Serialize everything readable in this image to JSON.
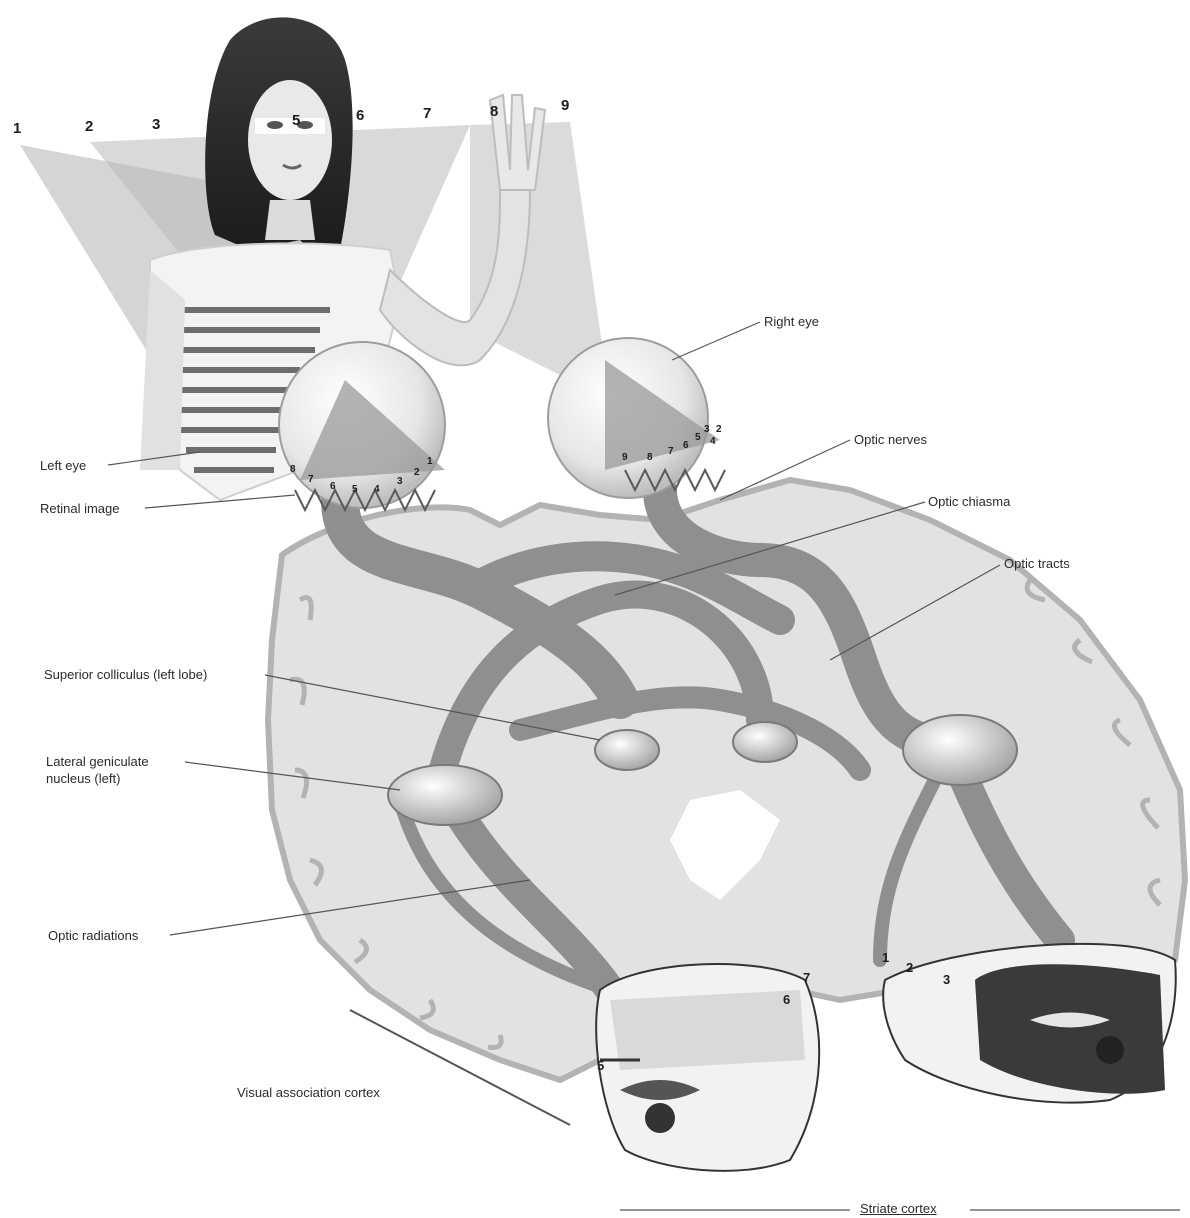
{
  "field_numbers": [
    "1",
    "2",
    "3",
    "5",
    "6",
    "7",
    "8",
    "9"
  ],
  "left_retina_numbers": [
    "8",
    "7",
    "6",
    "5",
    "4",
    "3",
    "2",
    "1"
  ],
  "right_retina_numbers": [
    "9",
    "8",
    "7",
    "6",
    "5",
    "3",
    "2",
    "4"
  ],
  "cortex_left_numbers": [
    "7",
    "6",
    "5"
  ],
  "cortex_right_numbers": [
    "1",
    "2",
    "3"
  ],
  "labels": {
    "right_eye": "Right eye",
    "optic_nerves": "Optic nerves",
    "optic_chiasma": "Optic chiasma",
    "optic_tracts": "Optic tracts",
    "left_eye": "Left eye",
    "retinal_image": "Retinal image",
    "superior_colliculus": "Superior colliculus (left lobe)",
    "lateral_geniculate_line1": "Lateral geniculate",
    "lateral_geniculate_line2": "nucleus (left)",
    "optic_radiations": "Optic radiations",
    "visual_association_cortex": "Visual association cortex",
    "striate_cortex": "Striate cortex"
  },
  "colors": {
    "pathway": "#8f8f8f",
    "brain": "#e2e2e2",
    "brain_edge": "#b3b3b3",
    "field": "#b9b9b9",
    "ink": "#2b2b2b"
  }
}
